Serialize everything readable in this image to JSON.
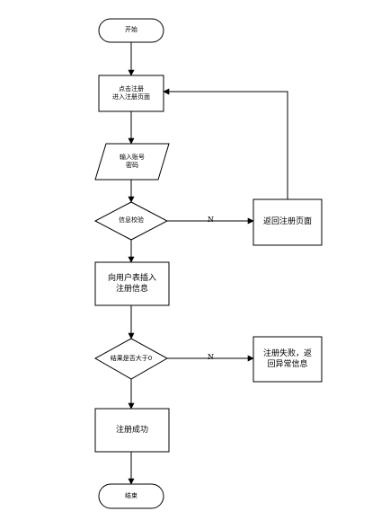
{
  "flowchart": {
    "start": "开始",
    "click_register": [
      "点击注册",
      "进入注册页面"
    ],
    "input_account": [
      "输入账号",
      "密码"
    ],
    "verify": "信息校验",
    "return_register": "返回注册页面",
    "insert_user": [
      "向用户表插入",
      "注册信息"
    ],
    "result_check": "结果是否大于0",
    "fail_return": [
      "注册失败，返",
      "回异常信息"
    ],
    "success": "注册成功",
    "end": "结束",
    "edge_no_1": "N",
    "edge_no_2": "N"
  }
}
